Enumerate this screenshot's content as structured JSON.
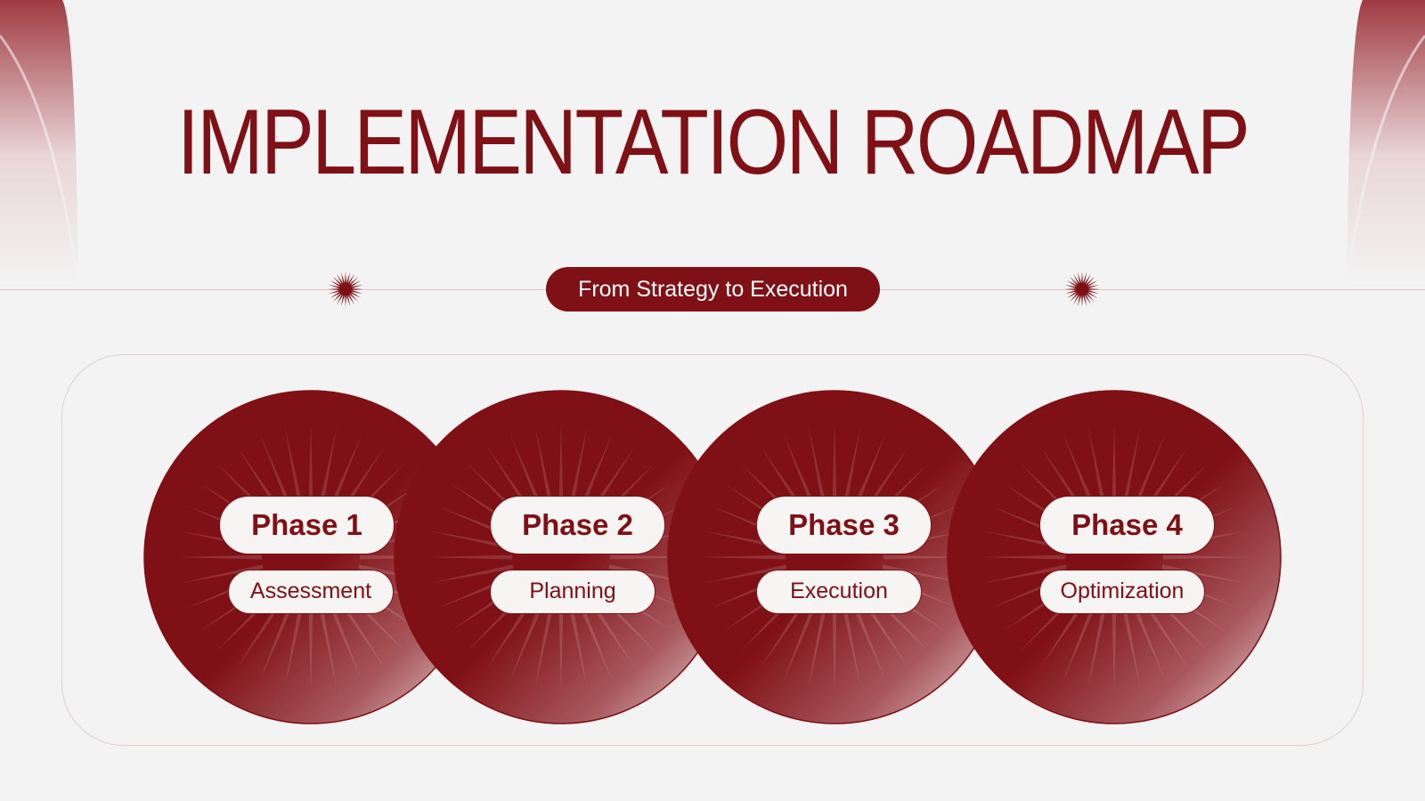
{
  "title": "IMPLEMENTATION ROADMAP",
  "subtitle": "From Strategy to Execution",
  "colors": {
    "accent": "#7f1015",
    "background": "#f3f3f3",
    "pill_bg": "#f7f4f4"
  },
  "icons": [
    "starburst-icon",
    "starburst-icon"
  ],
  "phases": [
    {
      "label": "Phase 1",
      "description": "Assessment"
    },
    {
      "label": "Phase 2",
      "description": "Planning"
    },
    {
      "label": "Phase 3",
      "description": "Execution"
    },
    {
      "label": "Phase 4",
      "description": "Optimization"
    }
  ]
}
